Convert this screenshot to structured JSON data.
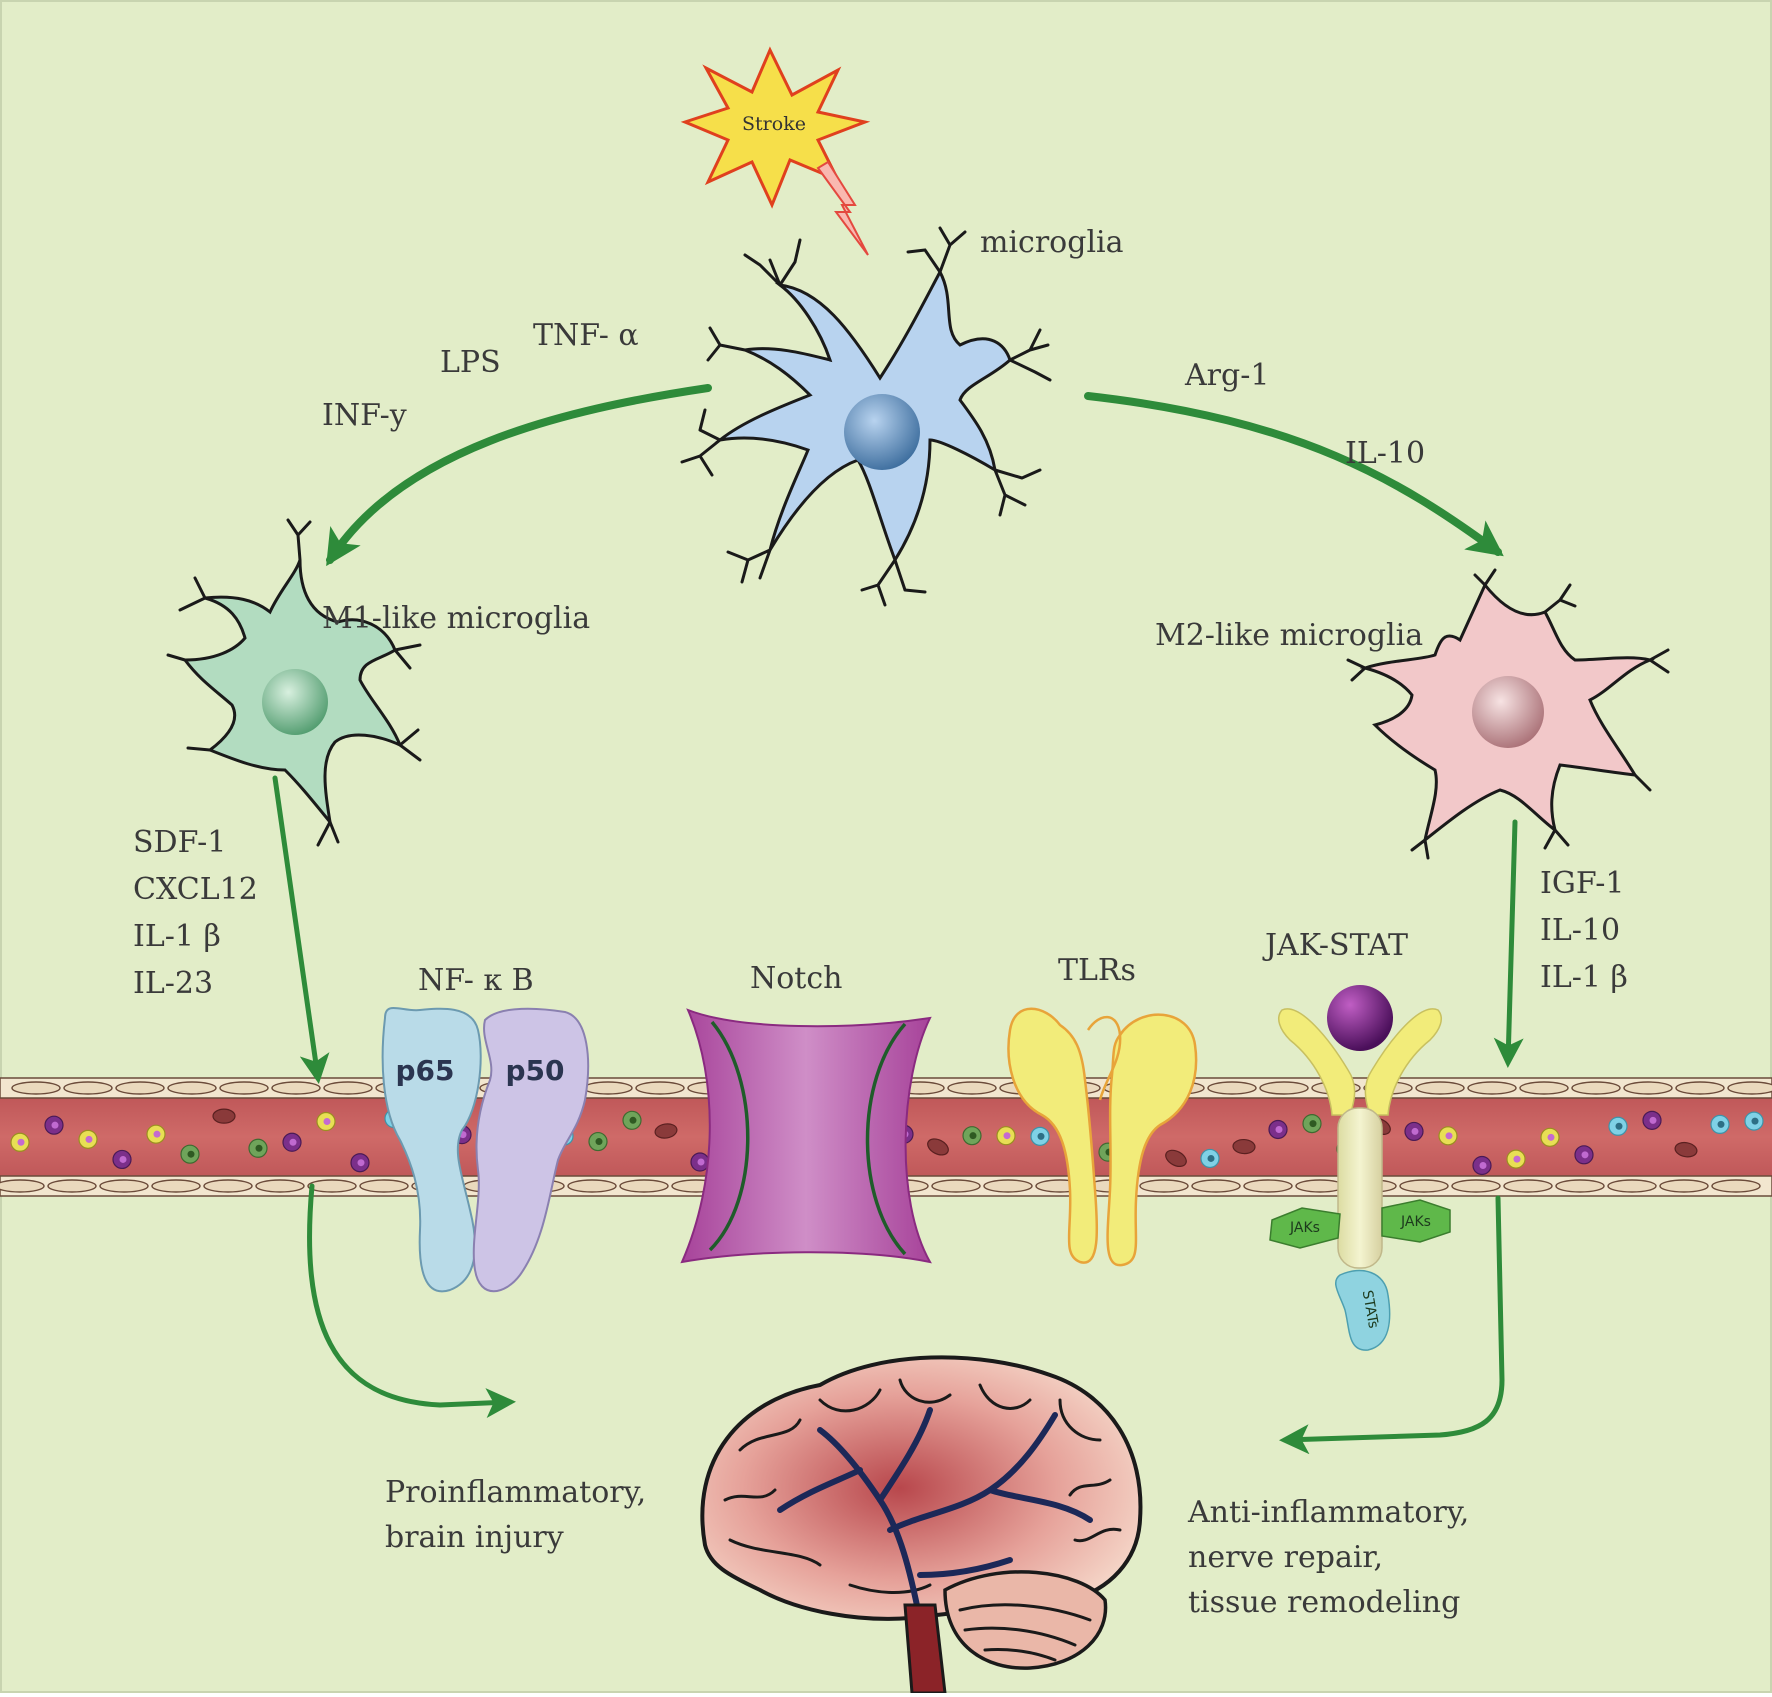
{
  "trigger": "Stroke",
  "resting": {
    "label": "microglia"
  },
  "m1": {
    "label": "M1-like microglia",
    "stimuli": [
      "TNF- α",
      "LPS",
      "INF-y"
    ],
    "factors": [
      "SDF-1",
      "CXCL12",
      "IL-1 β",
      "IL-23"
    ],
    "outcome": [
      "Proinflammatory,",
      "brain injury"
    ]
  },
  "m2": {
    "label": "M2-like microglia",
    "stimuli": [
      "Arg-1",
      "IL-10"
    ],
    "factors": [
      "IGF-1",
      "IL-10",
      "IL-1 β"
    ],
    "outcome": [
      "Anti-inflammatory,",
      "nerve repair,",
      "tissue remodeling"
    ]
  },
  "pathways": {
    "nfkb": {
      "label": "NF- κ B",
      "subunits": [
        "p65",
        "p50"
      ]
    },
    "notch": {
      "label": "Notch"
    },
    "tlrs": {
      "label": "TLRs"
    },
    "jakstat": {
      "label": "JAK-STAT",
      "jaks": [
        "JAKs",
        "JAKs"
      ],
      "stats": "STATs"
    }
  },
  "colors": {
    "background": "#e2edc8",
    "arrow": "#2e8b3a",
    "vessel": "#c2595a",
    "resting_cell": "#b8d3ef",
    "m1_cell": "#b2dcc0",
    "m2_cell": "#f2c8c9",
    "notch": "#a9529c",
    "tlr": "#f2ec7a"
  }
}
